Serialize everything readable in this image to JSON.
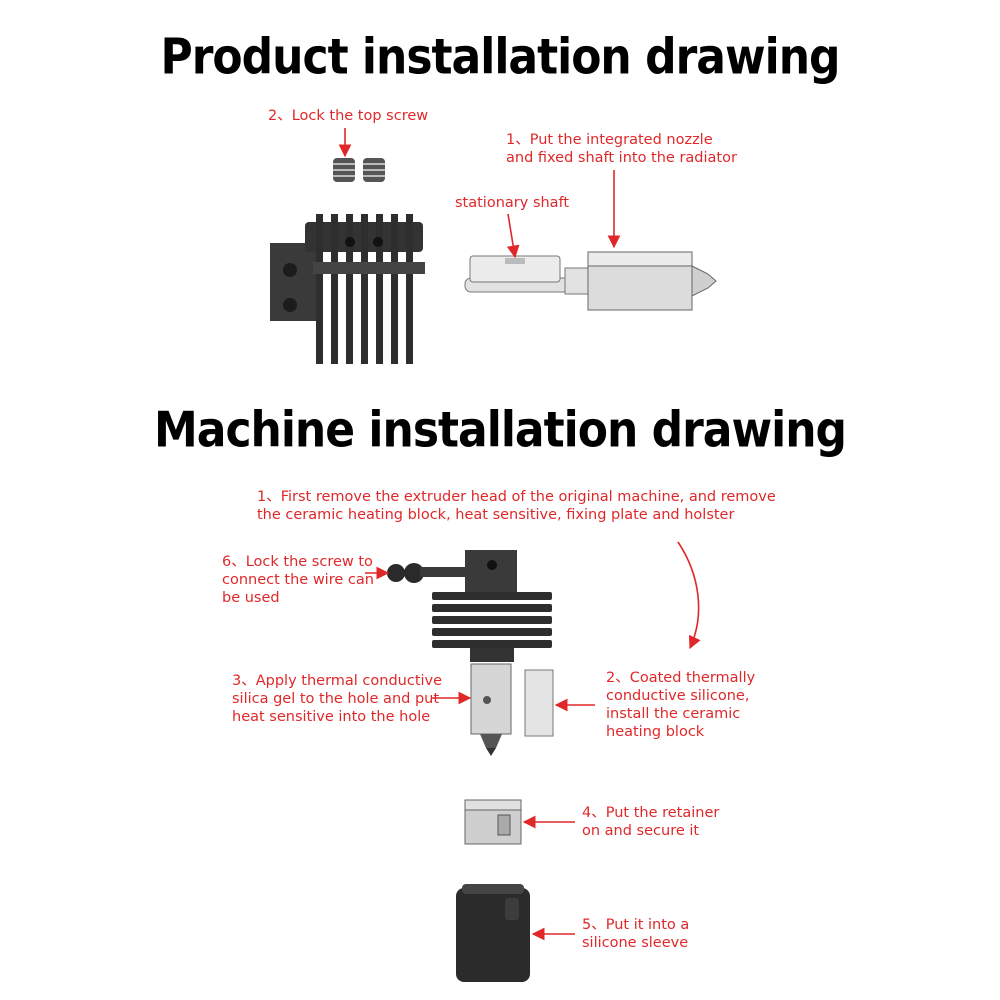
{
  "titles": {
    "product": "Product installation drawing",
    "machine": "Machine installation drawing"
  },
  "product_labels": {
    "lock_top_screw": "2、Lock the top screw",
    "put_nozzle": "1、Put the integrated nozzle\nand fixed shaft into the radiator",
    "stationary_shaft": "stationary shaft"
  },
  "machine_labels": {
    "step1": "1、First remove the extruder head of the original machine, and remove\nthe ceramic heating block, heat sensitive, fixing plate and holster",
    "step6": "6、Lock the screw to\nconnect the wire can\nbe used",
    "step3": "3、Apply thermal conductive\nsilica gel to the hole and put\nheat sensitive into the hole",
    "step2": "2、Coated thermally\nconductive silicone,\ninstall the ceramic\nheating block",
    "step4": "4、Put the retainer\non and secure it",
    "step5": "5、Put it into a\nsilicone sleeve"
  },
  "colors": {
    "label": "#e0282a",
    "title": "#000000",
    "part_dark": "#3a3a3a",
    "part_light": "#d8d8d8"
  }
}
